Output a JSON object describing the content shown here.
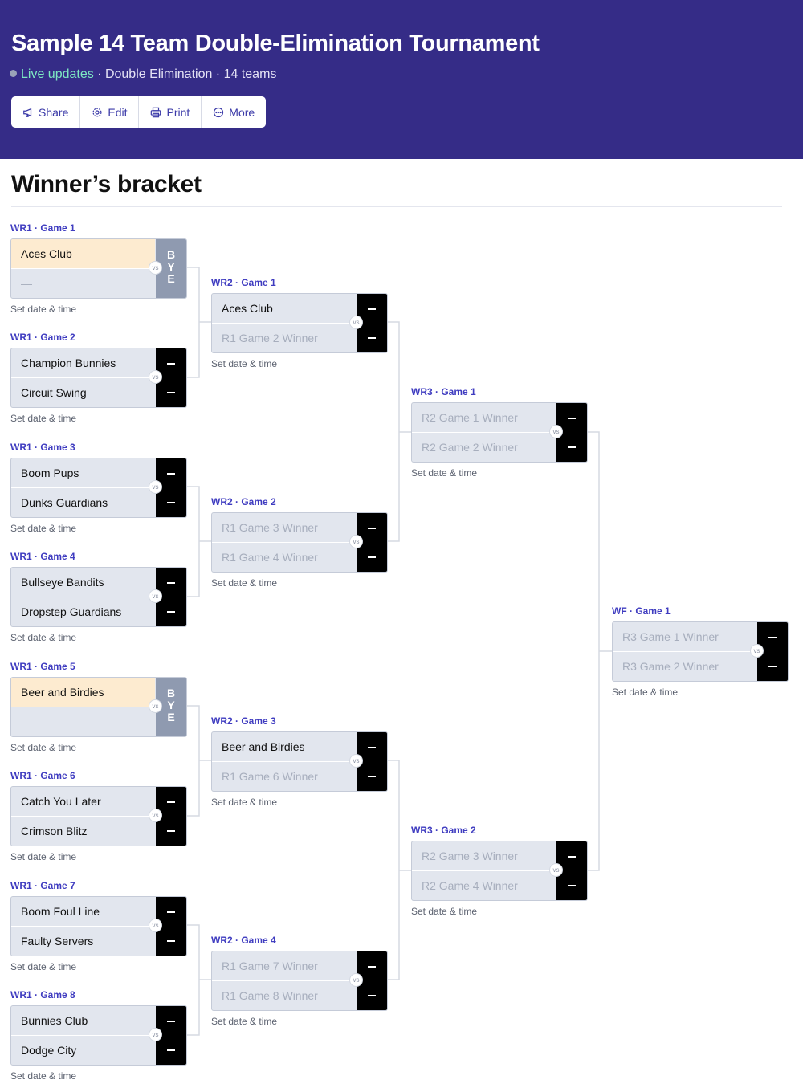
{
  "header": {
    "title": "Sample 14 Team Double-Elimination Tournament",
    "live_label": "Live updates",
    "details": " · Double Elimination · 14 teams"
  },
  "toolbar": {
    "share": "Share",
    "edit": "Edit",
    "print": "Print",
    "more": "More"
  },
  "section_title": "Winner’s bracket",
  "vs_label": "vs",
  "bye_label": "B Y E",
  "date_label": "Set date & time",
  "matches": {
    "r1g1": {
      "label": "WR1 · Game 1",
      "team1": "Aces Club",
      "team2": "—"
    },
    "r1g2": {
      "label": "WR1 · Game 2",
      "team1": "Champion Bunnies",
      "team2": "Circuit Swing"
    },
    "r1g3": {
      "label": "WR1 · Game 3",
      "team1": "Boom Pups",
      "team2": "Dunks Guardians"
    },
    "r1g4": {
      "label": "WR1 · Game 4",
      "team1": "Bullseye Bandits",
      "team2": "Dropstep Guardians"
    },
    "r1g5": {
      "label": "WR1 · Game 5",
      "team1": "Beer and Birdies",
      "team2": "—"
    },
    "r1g6": {
      "label": "WR1 · Game 6",
      "team1": "Catch You Later",
      "team2": "Crimson Blitz"
    },
    "r1g7": {
      "label": "WR1 · Game 7",
      "team1": "Boom Foul Line",
      "team2": "Faulty Servers"
    },
    "r1g8": {
      "label": "WR1 · Game 8",
      "team1": "Bunnies Club",
      "team2": "Dodge City"
    },
    "r2g1": {
      "label": "WR2 · Game 1",
      "team1": "Aces Club",
      "team2": "R1 Game 2 Winner"
    },
    "r2g2": {
      "label": "WR2 · Game 2",
      "team1": "R1 Game 3 Winner",
      "team2": "R1 Game 4 Winner"
    },
    "r2g3": {
      "label": "WR2 · Game 3",
      "team1": "Beer and Birdies",
      "team2": "R1 Game 6 Winner"
    },
    "r2g4": {
      "label": "WR2 · Game 4",
      "team1": "R1 Game 7 Winner",
      "team2": "R1 Game 8 Winner"
    },
    "r3g1": {
      "label": "WR3 · Game 1",
      "team1": "R2 Game 1 Winner",
      "team2": "R2 Game 2 Winner"
    },
    "r3g2": {
      "label": "WR3 · Game 2",
      "team1": "R2 Game 3 Winner",
      "team2": "R2 Game 4 Winner"
    },
    "wf": {
      "label": "WF · Game 1",
      "team1": "R3 Game 1 Winner",
      "team2": "R3 Game 2 Winner"
    }
  }
}
